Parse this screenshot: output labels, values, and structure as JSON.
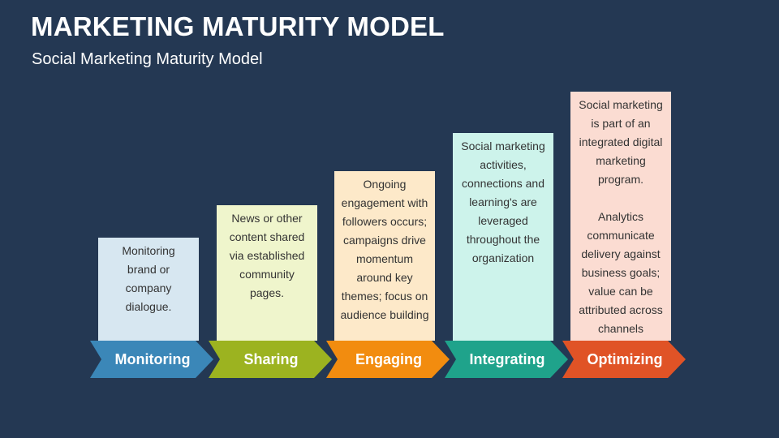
{
  "header": {
    "title": "MARKETING MATURITY MODEL",
    "subtitle": "Social Marketing Maturity Model"
  },
  "stages": [
    {
      "label": "Monitoring",
      "description": "Monitoring\nbrand or\ncompany\ndialogue.",
      "arrow_color": "#3b87b8",
      "box_color": "#d7e7f1"
    },
    {
      "label": "Sharing",
      "description": "News or other\ncontent shared\nvia established\ncommunity\npages.",
      "arrow_color": "#9cb320",
      "box_color": "#eff5cc"
    },
    {
      "label": "Engaging",
      "description": "Ongoing\nengagement with\nfollowers occurs;\ncampaigns drive\nmomentum\naround key\nthemes; focus on\naudience building",
      "arrow_color": "#f28c0f",
      "box_color": "#fde9c9"
    },
    {
      "label": "Integrating",
      "description": "Social marketing\nactivities,\nconnections and\nlearning's are\nleveraged\nthroughout the\norganization",
      "arrow_color": "#1fa38b",
      "box_color": "#cdf3eb"
    },
    {
      "label": "Optimizing",
      "description": "Social marketing\nis part of an\nintegrated digital\nmarketing\nprogram.\n\nAnalytics\ncommunicate\ndelivery against\nbusiness goals;\nvalue can be\nattributed across\nchannels",
      "arrow_color": "#e05326",
      "box_color": "#fbdcd2"
    }
  ]
}
